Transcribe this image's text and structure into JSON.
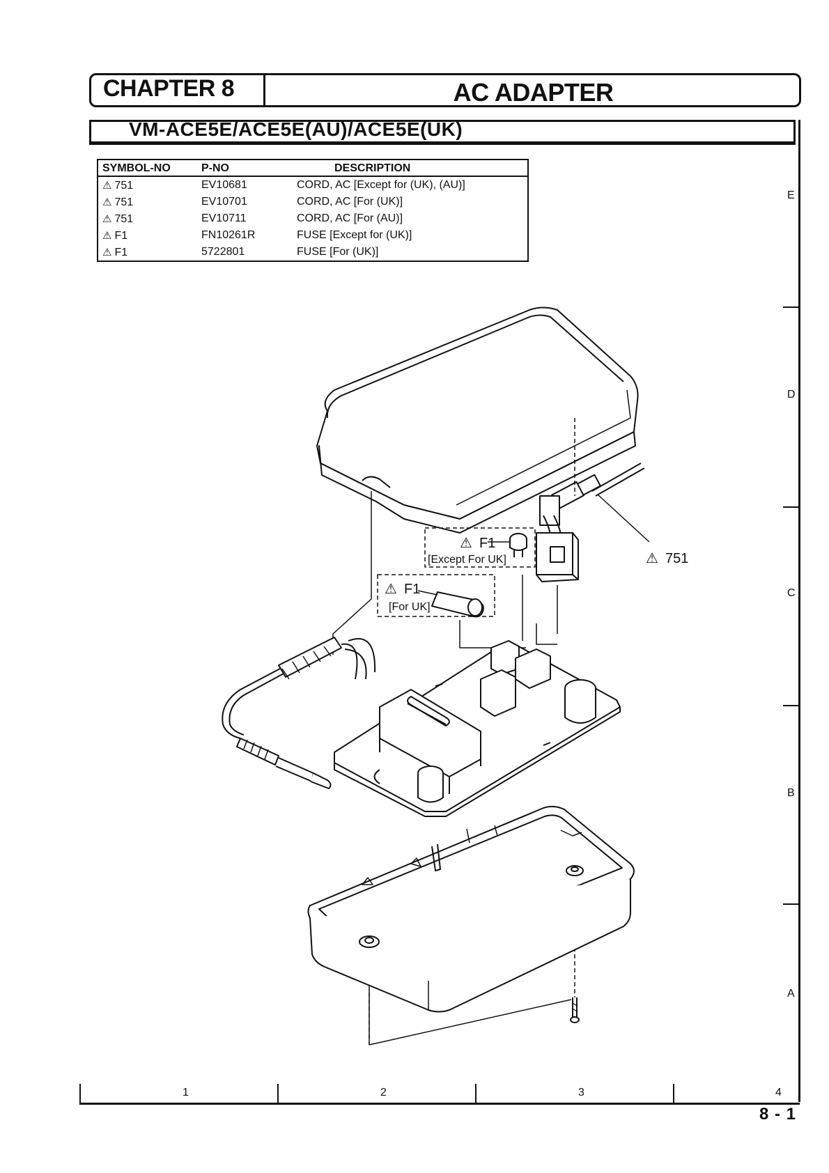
{
  "header": {
    "chapter": "CHAPTER 8",
    "title": "AC ADAPTER",
    "model": "VM-ACE5E/ACE5E(AU)/ACE5E(UK)"
  },
  "parts_table": {
    "columns": [
      "SYMBOL-NO",
      "P-NO",
      "DESCRIPTION"
    ],
    "warning_glyph": "⚠",
    "rows": [
      {
        "symbol": "751",
        "pno": "EV10681",
        "description": "CORD, AC [Except for (UK), (AU)]"
      },
      {
        "symbol": "751",
        "pno": "EV10701",
        "description": "CORD, AC [For (UK)]"
      },
      {
        "symbol": "751",
        "pno": "EV10711",
        "description": "CORD, AC [For (AU)]"
      },
      {
        "symbol": "F1",
        "pno": "FN10261R",
        "description": "FUSE [Except for (UK)]"
      },
      {
        "symbol": "F1",
        "pno": "5722801",
        "description": "FUSE [For (UK)]"
      }
    ]
  },
  "diagram": {
    "callout_cord": "751",
    "callout_fuse_a": "F1",
    "callout_fuse_a_note": "[Except For UK]",
    "callout_fuse_b": "F1",
    "callout_fuse_b_note": "[For UK]"
  },
  "grid": {
    "rows": [
      "E",
      "D",
      "C",
      "B",
      "A"
    ],
    "cols": [
      "1",
      "2",
      "3",
      "4"
    ]
  },
  "footer": {
    "page": "8 - 1"
  }
}
